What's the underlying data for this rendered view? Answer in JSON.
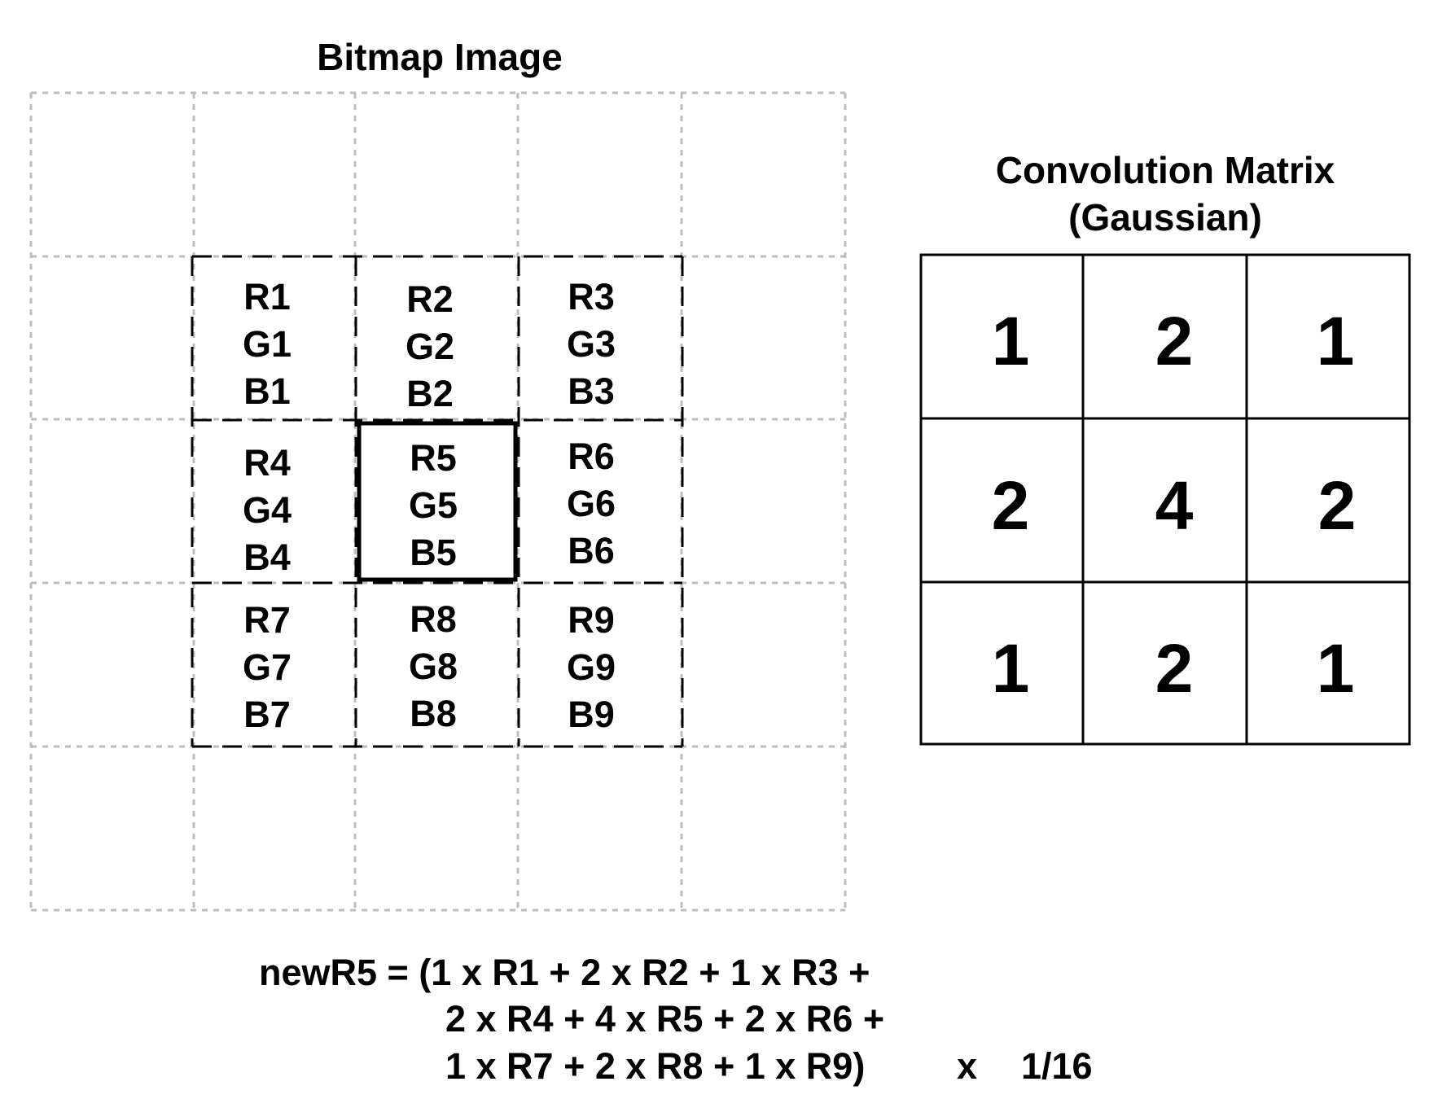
{
  "bitmap": {
    "title": "Bitmap Image",
    "cells": [
      [
        "R1",
        "G1",
        "B1"
      ],
      [
        "R2",
        "G2",
        "B2"
      ],
      [
        "R3",
        "G3",
        "B3"
      ],
      [
        "R4",
        "G4",
        "B4"
      ],
      [
        "R5",
        "G5",
        "B5"
      ],
      [
        "R6",
        "G6",
        "B6"
      ],
      [
        "R7",
        "G7",
        "B7"
      ],
      [
        "R8",
        "G8",
        "B8"
      ],
      [
        "R9",
        "G9",
        "B9"
      ]
    ]
  },
  "matrix": {
    "title_line1": "Convolution Matrix",
    "title_line2": "(Gaussian)",
    "values": [
      "1",
      "2",
      "1",
      "2",
      "4",
      "2",
      "1",
      "2",
      "1"
    ]
  },
  "formula": {
    "line1": "newR5 = (1 x R1 + 2 x R2 + 1 x R3 +",
    "line2": "2 x R4 + 4 x R5 + 2 x R6 +",
    "line3": "1 x R7 + 2 x R8 + 1 x R9)",
    "times": "x",
    "factor": "1/16"
  }
}
